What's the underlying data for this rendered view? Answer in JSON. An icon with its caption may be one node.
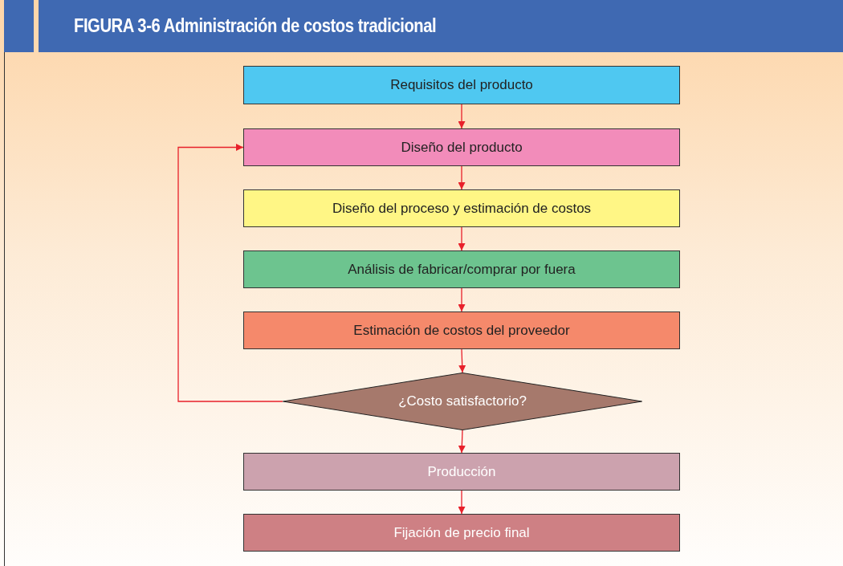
{
  "diagram": {
    "title": "FIGURA 3-6 Administración de costos tradicional",
    "nodes": [
      {
        "text": [
          "Requisitos del producto"
        ]
      },
      {
        "text": [
          "Diseño del producto"
        ]
      },
      {
        "text": [
          "Diseño del proceso y estimación de costos"
        ]
      },
      {
        "text": [
          "Análisis de fabricar/comprar por fuera"
        ]
      },
      {
        "text": [
          "Estimación de costos del proveedor"
        ]
      },
      {
        "text": [
          "¿Costo satisfactorio?"
        ]
      },
      {
        "text": [
          "Producción"
        ]
      },
      {
        "text": [
          "Fijación de precio final"
        ]
      }
    ],
    "edges": [
      {
        "from": 0,
        "to": 1,
        "arrow": "to"
      },
      {
        "from": 1,
        "to": 2,
        "arrow": "to"
      },
      {
        "from": 2,
        "to": 3,
        "arrow": "to"
      },
      {
        "from": 3,
        "to": 4,
        "arrow": "to"
      },
      {
        "from": 4,
        "to": 5,
        "arrow": "to"
      },
      {
        "from": 5,
        "to": 1,
        "arrow": "to"
      },
      {
        "from": 5,
        "to": 6,
        "arrow": "to"
      },
      {
        "from": 6,
        "to": 7,
        "arrow": "to"
      }
    ]
  }
}
